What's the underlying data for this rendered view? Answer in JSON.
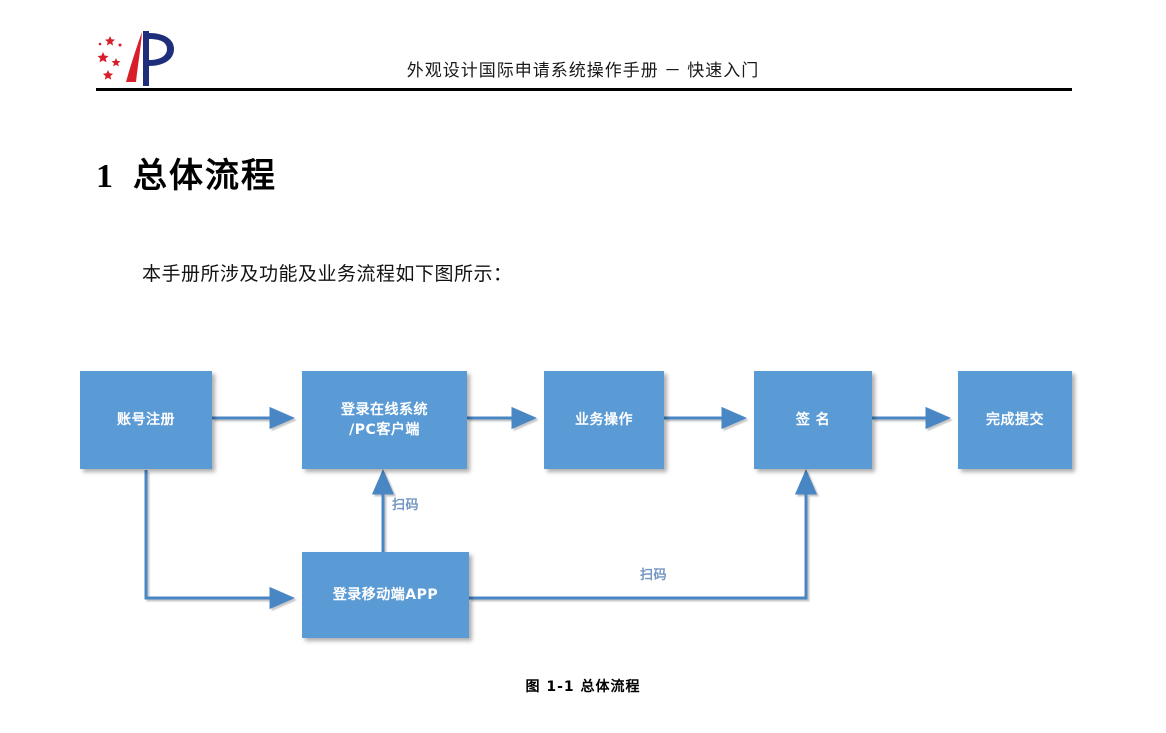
{
  "header": {
    "title": "外观设计国际申请系统操作手册 － 快速入门",
    "logo_name": "cnipa-logo"
  },
  "section": {
    "number": "1",
    "title": "总体流程"
  },
  "body": {
    "paragraph": "本手册所涉及功能及业务流程如下图所示："
  },
  "figure": {
    "caption": "图 1-1 总体流程",
    "accent_color": "#5B9BD5",
    "connector_color": "#4A87C4",
    "label_color": "#7396C4",
    "nodes": [
      {
        "id": "account-register",
        "label": "账号注册",
        "label_line2": ""
      },
      {
        "id": "login-online-system",
        "label": "登录在线系统",
        "label_line2": "/PC客户端"
      },
      {
        "id": "business-operation",
        "label": "业务操作",
        "label_line2": ""
      },
      {
        "id": "signature",
        "label": "签 名",
        "label_line2": ""
      },
      {
        "id": "complete-submit",
        "label": "完成提交",
        "label_line2": ""
      },
      {
        "id": "login-mobile-app",
        "label": "登录移动端APP",
        "label_line2": ""
      }
    ],
    "edge_labels": [
      {
        "id": "scan-code-vertical",
        "label": "扫码"
      },
      {
        "id": "scan-code-horizontal",
        "label": "扫码"
      }
    ]
  }
}
